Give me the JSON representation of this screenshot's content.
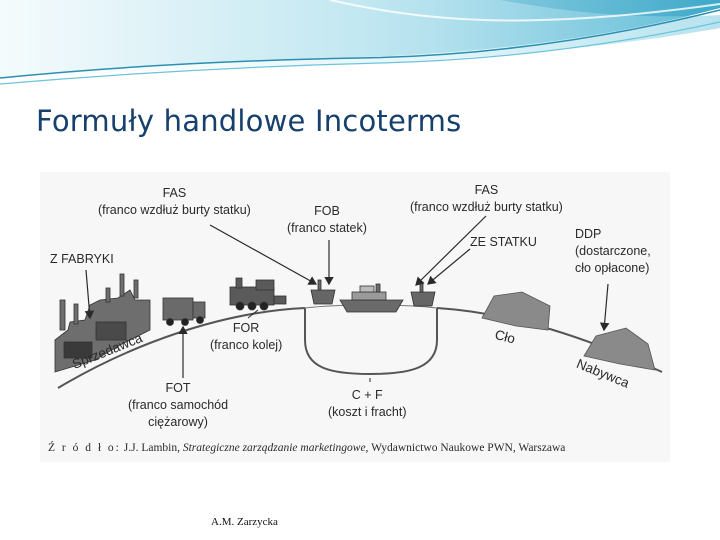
{
  "slide": {
    "title": "Formuły handlowe Incoterms",
    "author": "A.M. Zarzycka"
  },
  "diagram": {
    "labels": {
      "fas_left": [
        "FAS",
        "(franco wzdłuż burty statku)"
      ],
      "fob": [
        "FOB",
        "(franco statek)"
      ],
      "fas_right": [
        "FAS",
        "(franco wzdłuż burty statku)"
      ],
      "ze_statku": [
        "ZE STATKU"
      ],
      "ddp": [
        "DDP",
        "(dostarczone,",
        "cło opłacone)"
      ],
      "z_fabryki": [
        "Z FABRYKI"
      ],
      "for": [
        "FOR",
        "(franco kolej)"
      ],
      "fot": [
        "FOT",
        "(franco samochód",
        "ciężarowy)"
      ],
      "cf": [
        "C + F",
        "(koszt i fracht)"
      ],
      "sprzedawca": "Sprzedawca",
      "clo": "Cło",
      "nabywca": "Nabywca"
    },
    "source": {
      "prefix": "Ź r ó d ł o:",
      "author": "J.J. Lambin,",
      "book": "Strategiczne zarządzanie marketingowe,",
      "publisher": "Wydawnictwo Naukowe PWN, Warszawa"
    }
  },
  "colors": {
    "title": "#17406d",
    "banner_light": "#bfe6f0",
    "banner_mid": "#6cc4dc",
    "banner_dark": "#2a8fb0",
    "ink": "#2a2a2a",
    "drawing_gray": "#7a7a7a"
  }
}
